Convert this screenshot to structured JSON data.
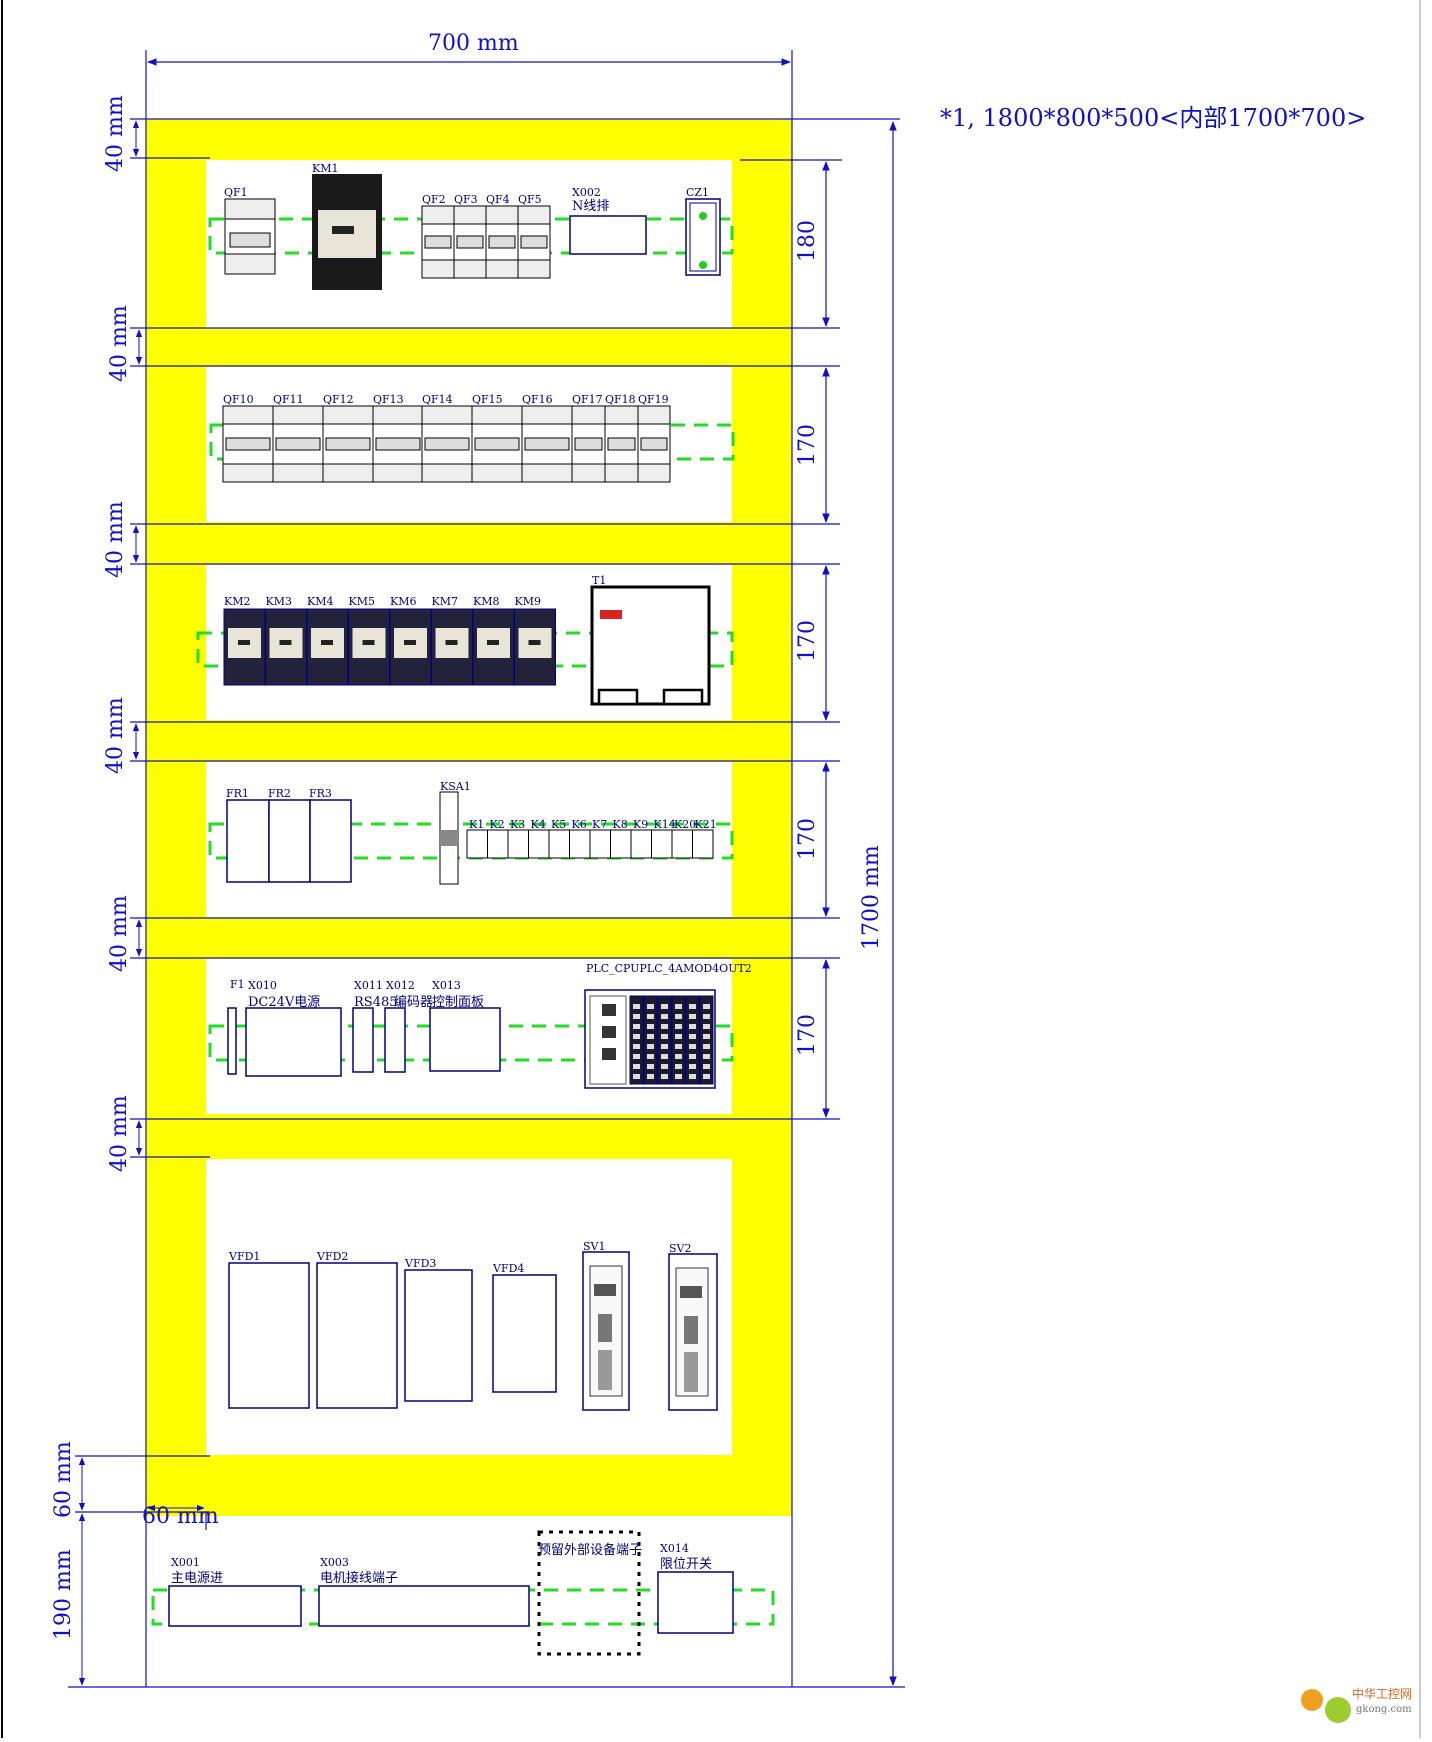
{
  "title": "*1, 1800*800*500<内部1700*700>",
  "dimensions": {
    "top_width": "700  mm",
    "total_height": "1700  mm",
    "gap_mm": "40  mm",
    "row1": "180",
    "row2": "170",
    "row3": "170",
    "row4": "170",
    "row5": "170",
    "bottom_60": "60  mm",
    "left_60": "60  mm",
    "bottom_190": "190  mm"
  },
  "row1": {
    "qf1": "QF1",
    "km1": "KM1",
    "qf_group": [
      "QF2",
      "QF3",
      "QF4",
      "QF5"
    ],
    "x002": "X002",
    "x002_desc": "N线排",
    "cz1": "CZ1"
  },
  "row2": {
    "breakers": [
      "QF10",
      "QF11",
      "QF12",
      "QF13",
      "QF14",
      "QF15",
      "QF16",
      "QF17",
      "QF18",
      "QF19"
    ]
  },
  "row3": {
    "contactors": [
      "KM2",
      "KM3",
      "KM4",
      "KM5",
      "KM6",
      "KM7",
      "KM8",
      "KM9"
    ],
    "t1": "T1"
  },
  "row4": {
    "fr": [
      "FR1",
      "FR2",
      "FR3"
    ],
    "ksa1": "KSA1",
    "relays": [
      "K1",
      "K2",
      "K3",
      "K4",
      "K5",
      "K6",
      "K7",
      "K8",
      "K9",
      "K14",
      "K20",
      "K21"
    ]
  },
  "row5": {
    "f1": "F1",
    "x010": "X010",
    "x010_desc": "DC24V电源",
    "x011": "X011",
    "x012": "X012",
    "x011_desc": "RS485",
    "x012_desc": "编码器",
    "x013": "X013",
    "x013_desc": "控制面板",
    "plc": "PLC_CPUPLC_4AMOD4OUT2"
  },
  "row6": {
    "vfd": [
      "VFD1",
      "VFD2",
      "VFD3",
      "VFD4"
    ],
    "sv": [
      "SV1",
      "SV2"
    ]
  },
  "bottom": {
    "x001": "X001",
    "x001_desc": "主电源进",
    "x003": "X003",
    "x003_desc": "电机接线端子",
    "reserved": "预留外部设备端子",
    "x014": "X014",
    "x014_desc": "限位开关"
  },
  "watermark": {
    "name": "中华工控网",
    "url": "gkong.com"
  },
  "colors": {
    "panel_yellow": "#ffff00",
    "dim_blue": "#1010c8",
    "din_rail_green": "#22dd22",
    "label_navy": "#000080"
  }
}
